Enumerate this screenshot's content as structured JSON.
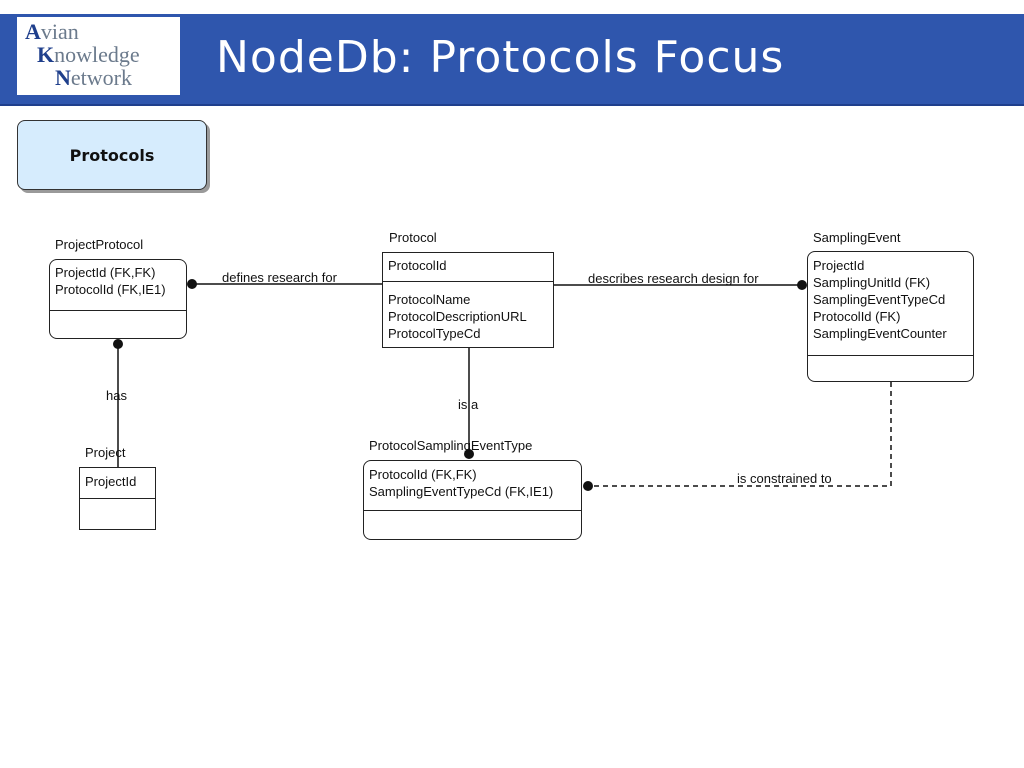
{
  "header": {
    "title": "NodeDb:  Protocols Focus",
    "logo": {
      "line1_cap": "A",
      "line1_rest": "vian",
      "line2_cap": "K",
      "line2_rest": "nowledge",
      "line3_cap": "N",
      "line3_rest": "etwork"
    },
    "colors": {
      "banner": "#2f56ad",
      "focus_box": "#d6ecfd"
    }
  },
  "focus": {
    "label": "Protocols"
  },
  "entities": {
    "project_protocol": {
      "name": "ProjectProtocol",
      "keys": [
        "ProjectId (FK,FK)",
        "ProtocolId (FK,IE1)"
      ],
      "attributes": []
    },
    "protocol": {
      "name": "Protocol",
      "keys": [
        "ProtocolId"
      ],
      "attributes": [
        "ProtocolName",
        "ProtocolDescriptionURL",
        "ProtocolTypeCd"
      ]
    },
    "sampling_event": {
      "name": "SamplingEvent",
      "keys": [
        "ProjectId",
        "SamplingUnitId (FK)",
        "SamplingEventTypeCd",
        "ProtocolId (FK)",
        "SamplingEventCounter"
      ],
      "attributes": []
    },
    "project": {
      "name": "Project",
      "keys": [
        "ProjectId"
      ],
      "attributes": []
    },
    "protocol_sampling_event_type": {
      "name": "ProtocolSamplingEventType",
      "keys": [
        "ProtocolId (FK,FK)",
        "SamplingEventTypeCd (FK,IE1)"
      ],
      "attributes": []
    }
  },
  "relationships": {
    "defines": "defines research for",
    "describes": "describes research design for",
    "has": "has",
    "is_a": "is a",
    "constrained": "is constrained to"
  }
}
